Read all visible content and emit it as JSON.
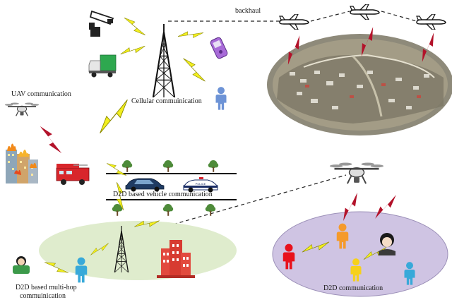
{
  "labels": {
    "backhaul": "backhaul",
    "cellular": "Cellular commuinication",
    "uav": "UAV communication",
    "d2d_vehicle": "D2D based vehicle communication",
    "multihop_line1": "D2D based multi-hop",
    "multihop_line2": "commuinication",
    "d2d": "D2D  communication",
    "police": "POLICE"
  },
  "colors": {
    "lightning": "#f2ef1f",
    "lightning_red": "#b3122a",
    "ellipse_green": "#dfeccd",
    "ellipse_purple": "#cfc4e3",
    "person_red": "#e8121c",
    "person_orange": "#f59a2b",
    "person_yellow": "#f6d11c",
    "person_blue": "#38a9d9",
    "tree": "#4e8b3a",
    "building": "#e24a3e"
  },
  "icons": [
    "cctv-camera-icon",
    "mobile-phone-icon",
    "truck-icon",
    "person-icon",
    "airplane-icon",
    "cell-tower-icon",
    "drone-icon",
    "burning-buildings-icon",
    "fire-truck-icon",
    "car-icon",
    "police-car-icon",
    "tree-icon",
    "city-building-icon",
    "flood-photo"
  ]
}
